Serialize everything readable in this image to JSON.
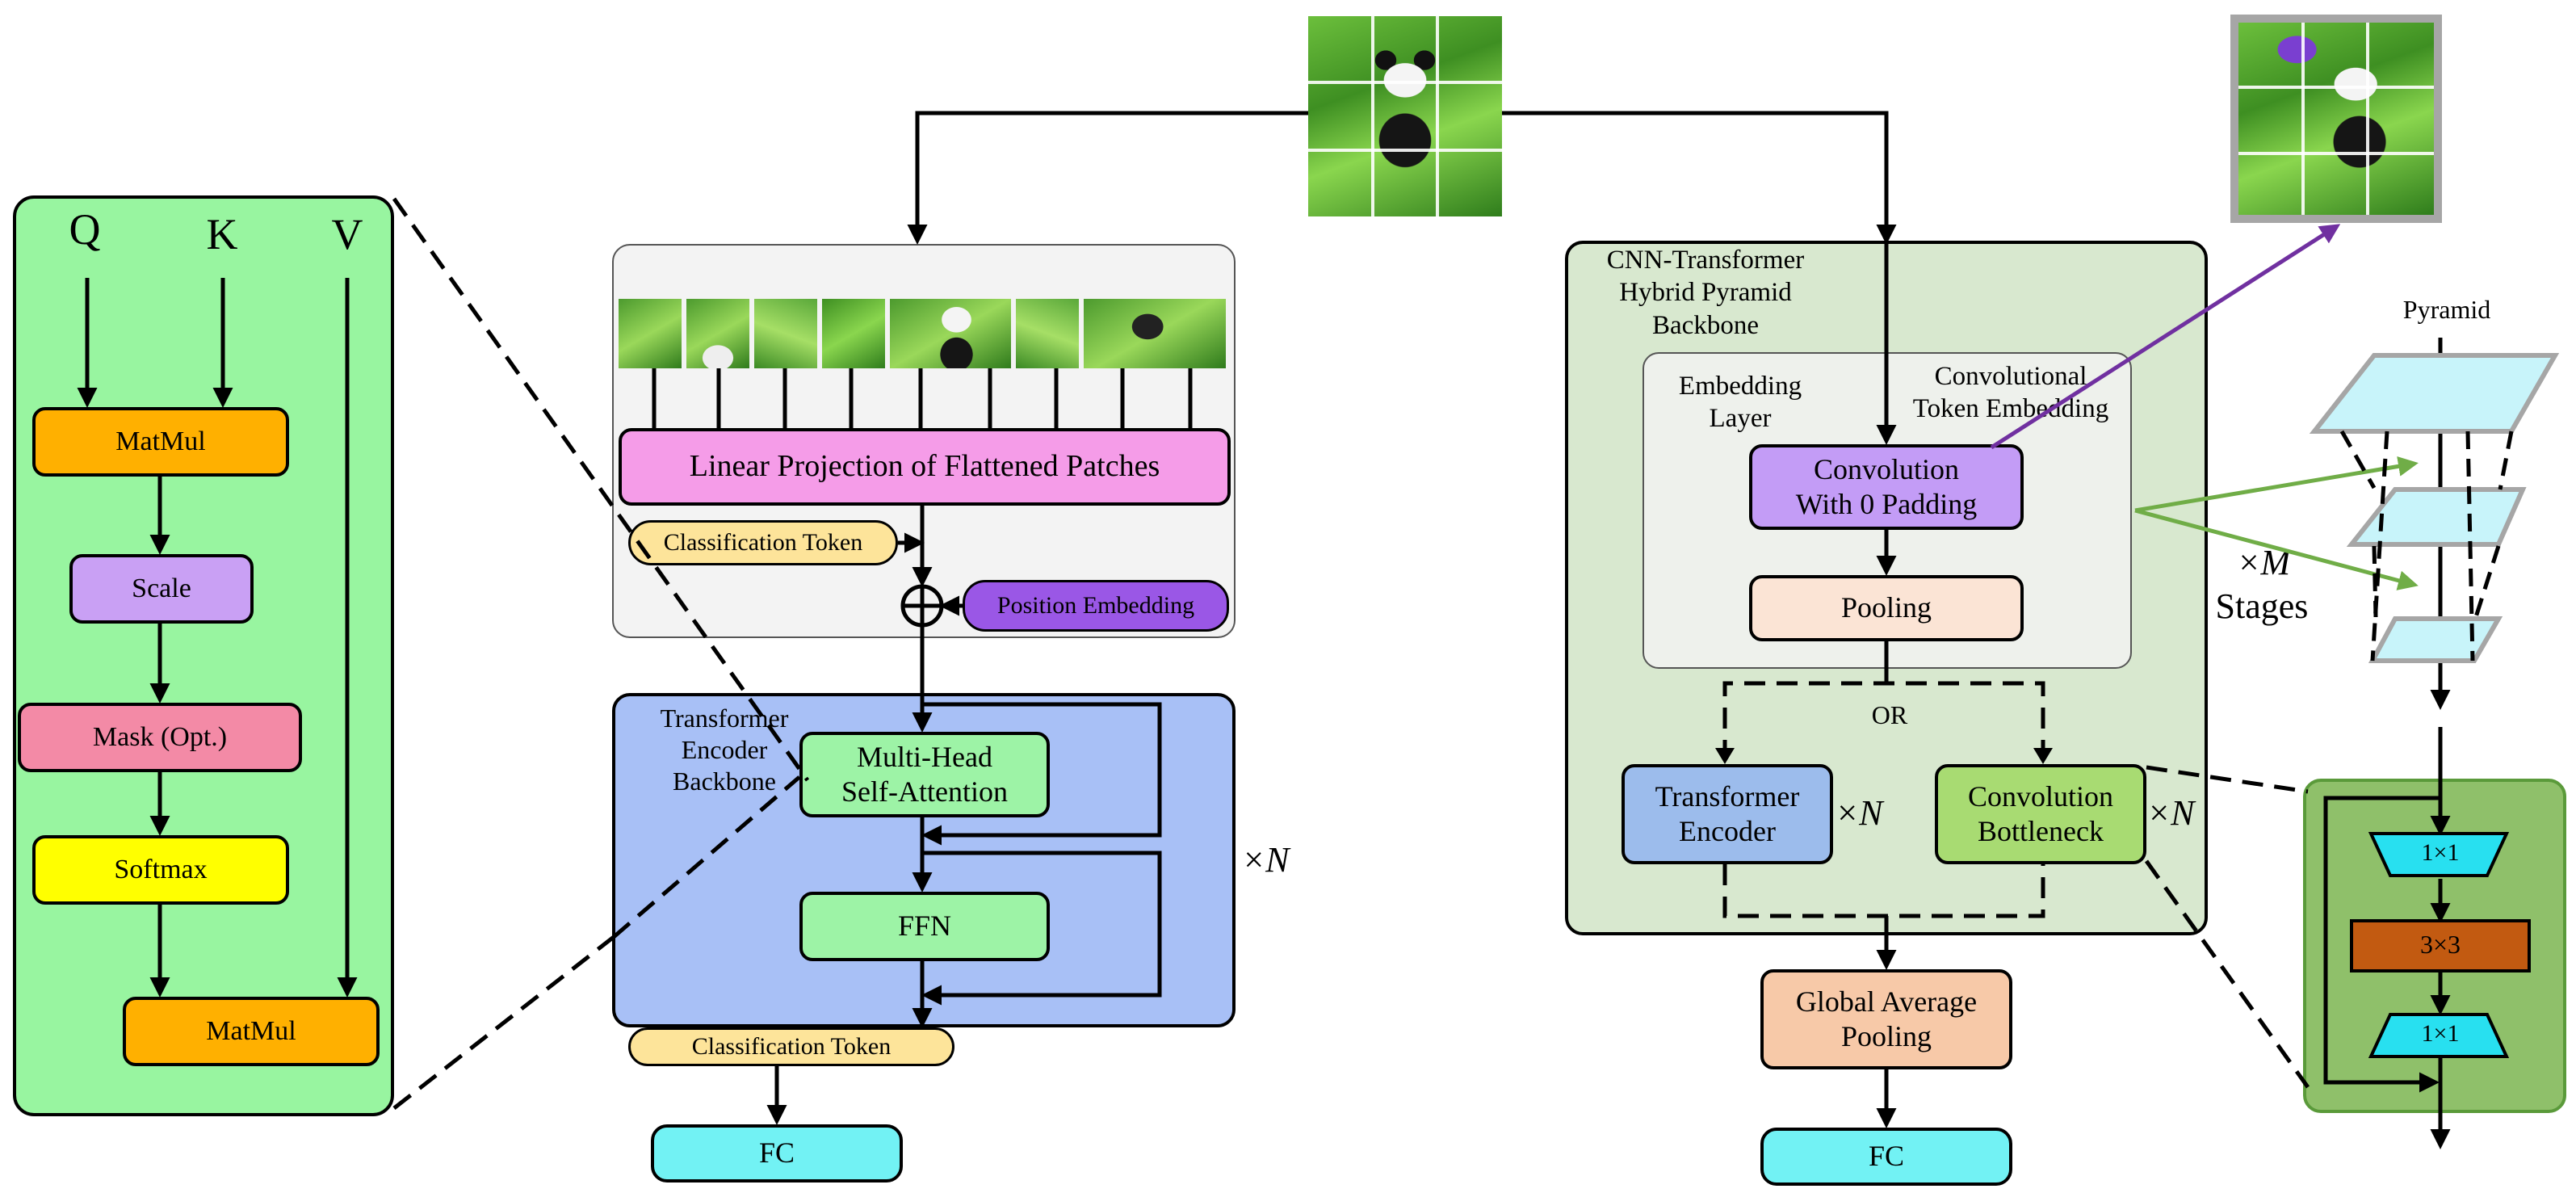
{
  "attention": {
    "q": "Q",
    "k": "K",
    "v": "V",
    "matmul1": "MatMul",
    "scale": "Scale",
    "mask": "Mask (Opt.)",
    "softmax": "Softmax",
    "matmul2": "MatMul"
  },
  "vit": {
    "linear_projection": "Linear Projection of Flattened Patches",
    "class_token": "Classification Token",
    "position_embedding": "Position Embedding",
    "encoder_label": "Transformer\nEncoder\nBackbone",
    "mhsa": "Multi-Head\nSelf-Attention",
    "ffn": "FFN",
    "repeat": "×N",
    "class_token_out": "Classification Token",
    "fc": "FC"
  },
  "hybrid": {
    "backbone_label": "CNN-Transformer\nHybrid Pyramid\nBackbone",
    "embedding_layer": "Embedding\nLayer",
    "conv_token_embedding": "Convolutional\nToken Embedding",
    "conv_padding": "Convolution\nWith 0 Padding",
    "pooling": "Pooling",
    "or": "OR",
    "transformer_encoder": "Transformer\nEncoder",
    "conv_bottleneck": "Convolution\nBottleneck",
    "repeat_te": "×N",
    "repeat_cb": "×N",
    "gap": "Global Average\nPooling",
    "fc": "FC"
  },
  "pyramid": {
    "title": "Pyramid",
    "stages_mult": "×M",
    "stages": "Stages"
  },
  "bottleneck": {
    "conv1": "1×1",
    "conv3": "3×3",
    "conv2": "1×1"
  },
  "colors": {
    "attention_panel": "#98f5a0",
    "matmul": "#ffb000",
    "scale": "#c9a0f4",
    "mask": "#f38aa6",
    "softmax": "#ffff00",
    "vit_panel": "#f3f3f3",
    "linear_projection": "#f59ce8",
    "class_token": "#fde49a",
    "position_embedding": "#9a57e6",
    "encoder_panel": "#a8c0f6",
    "mhsa": "#9df3a6",
    "fc": "#72f2f4",
    "hybrid_panel": "#d8e8cf",
    "embedding_panel": "#eef1ec",
    "conv_padding": "#c39cf6",
    "pooling": "#fbe4d5",
    "transformer_encoder": "#9cbcec",
    "conv_bottleneck": "#a8db72",
    "gap": "#f7c9a8",
    "bottleneck_panel": "#8fc06a",
    "conv1x1": "#28e0f0",
    "conv3x3": "#c25a11",
    "pyramid_plane": "#c8f4fa",
    "green_arrow": "#70ad47",
    "purple_arrow": "#7030a0"
  }
}
